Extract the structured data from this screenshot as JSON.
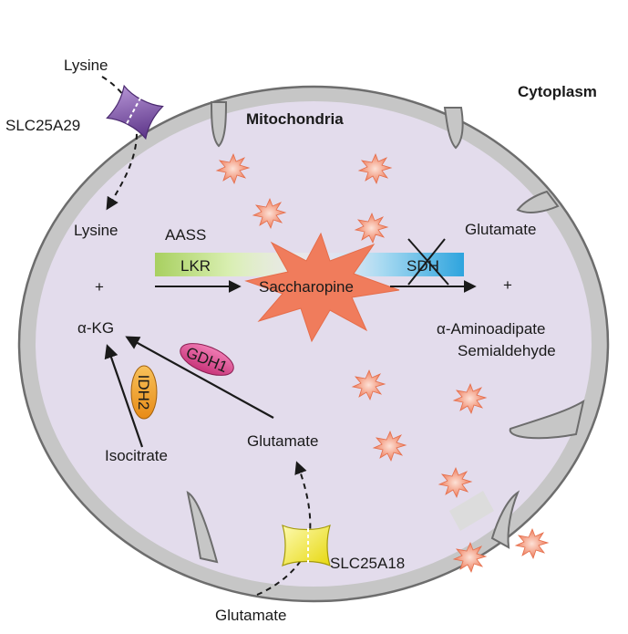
{
  "labels": {
    "cytoplasm": "Cytoplasm",
    "mitochondria": "Mitochondria",
    "lysine_outside": "Lysine",
    "slc25a29": "SLC25A29",
    "lysine_inside": "Lysine",
    "aass": "AASS",
    "plus_left": "+",
    "akg": "α-KG",
    "lkr": "LKR",
    "saccharopine": "Saccharopine",
    "sdh": "SDH",
    "glutamate_right": "Glutamate",
    "plus_right": "+",
    "aminoadipate_line1": "α-Aminoadipate",
    "aminoadipate_line2": "Semialdehyde",
    "gdh1": "GDH1",
    "idh2": "IDH2",
    "isocitrate": "Isocitrate",
    "glutamate_inner": "Glutamate",
    "slc25a18": "SLC25A18",
    "glutamate_outside": "Glutamate"
  },
  "colors": {
    "matrix": "#e3dcec",
    "membrane": "#c4c4c4",
    "membrane_outline": "#6d6d6d",
    "lkr_bar": "#bfdc82",
    "sdh_bar": "#44b1e3",
    "star": "#f08a6e",
    "slc25a29": "#7a4ea3",
    "slc25a18": "#f3ec3a",
    "gdh1": "#d9468b",
    "idh2": "#f2a22a"
  },
  "icons": [
    "transporter-slc25a29-icon",
    "transporter-slc25a18-icon",
    "saccharopine-star-icon",
    "small-star-icon",
    "sdh-inhibition-cross-icon"
  ]
}
